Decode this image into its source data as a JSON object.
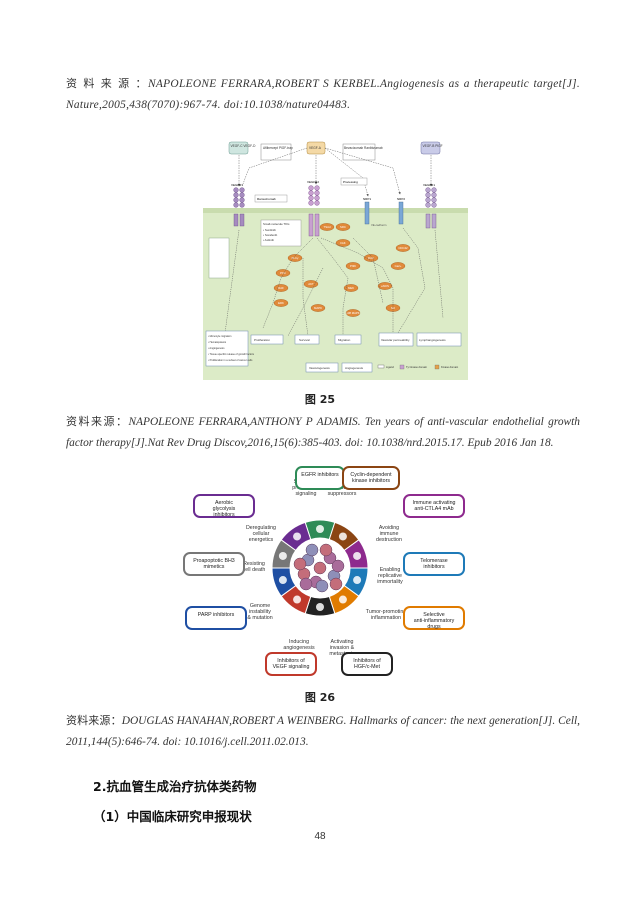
{
  "citations": [
    {
      "label": "资 料 来 源 ：",
      "text": "NAPOLEONE FERRARA,ROBERT S KERBEL.Angiogenesis as a therapeutic target[J]. Nature,2005,438(7070):967-74. doi:10.1038/nature04483."
    },
    {
      "label": "资料来源：",
      "text": "NAPOLEONE FERRARA,ANTHONY P ADAMIS. Ten years of anti-vascular endothelial growth factor therapy[J].Nat Rev Drug Discov,2016,15(6):385-403. doi: 10.1038/nrd.2015.17. Epub 2016 Jan 18."
    },
    {
      "label": "资料来源：",
      "text": "DOUGLAS HANAHAN,ROBERT A WEINBERG. Hallmarks of cancer: the next generation[J]. Cell, 2011,144(5):646-74. doi: 10.1016/j.cell.2011.02.013."
    }
  ],
  "figures": {
    "fig25_caption": "图 25",
    "fig26_caption": "图 26"
  },
  "fig25": {
    "top_boxes": [
      "VEGF-C VEGF-D",
      "Aflibercept PlGF-trap",
      "VEGF-A",
      "Bevacizumab Ranibizumab",
      "VEGF-B PlGF"
    ],
    "receptors": [
      "VEGFR3",
      "VEGFR2",
      "NRP1",
      "NRP2",
      "VEGFR1"
    ],
    "labels": {
      "processing": "Processing",
      "ramucirumab": "Ramucirumab",
      "ve_cadherin": "VE-cadherin",
      "small_molecule": "Small-molecule TKIs",
      "sunitinib": "• Sunitinib",
      "sorafenib": "• Sorafenib",
      "pazopanib": "• Axitinib"
    },
    "nodes": [
      "TSAd",
      "SRC",
      "PLCγ",
      "FAK",
      "PKC",
      "PI3K",
      "AKT",
      "RAF",
      "MEK",
      "ERK",
      "p38 MAPK",
      "eNOS",
      "CDC42",
      "RAC",
      "NO",
      "MAPK",
      "Ca2+"
    ],
    "outcomes": [
      "Proliferation",
      "Survival",
      "Migration",
      "Vascular permeability"
    ],
    "bottom": [
      "Vasculogenesis",
      "Angiogenesis"
    ],
    "lymph": "Lymphangiogenesis",
    "legend": [
      "Ligand",
      "Tyr kinase domain",
      "Kinase domain"
    ],
    "left_list": [
      "• Monocyte migration",
      "• Hematopoiesis",
      "• Angiogenesis",
      "• Tissue-specific release of growth factors",
      "• Proliferation in a subset of cancer cells"
    ]
  },
  "fig26": {
    "hallmarks": [
      "Sustaining proliferative signaling",
      "Evading growth suppressors",
      "Avoiding immune destruction",
      "Enabling replicative immortality",
      "Tumor-promoting inflammation",
      "Activating invasion & metastasis",
      "Inducing angiogenesis",
      "Genome instability & mutation",
      "Resisting cell death",
      "Deregulating cellular energetics"
    ],
    "drugs": [
      "EGFR inhibitors",
      "Cyclin-dependent kinase inhibitors",
      "Immune activating anti-CTLA4 mAb",
      "Telomerase inhibitors",
      "Selective anti-inflammatory drugs",
      "Inhibitors of HGF/c-Met",
      "Inhibitors of VEGF signaling",
      "PARP inhibitors",
      "Proapoptotic BH3 mimetics",
      "Aerobic glycolysis inhibitors"
    ],
    "colors": {
      "egfr": "#2e8b57",
      "cdk": "#8b4513",
      "immune": "#8e2a8e",
      "telomerase": "#1e7ab8",
      "inflam": "#e07b00",
      "met": "#222222",
      "vegf": "#c0392b",
      "parp": "#1f4fa3",
      "bh3": "#777777",
      "glyco": "#6a2c91"
    }
  },
  "section": {
    "heading": "2.抗血管生成治疗抗体类药物",
    "subheading": "（1）中国临床研究申报现状"
  },
  "page_number": "48"
}
